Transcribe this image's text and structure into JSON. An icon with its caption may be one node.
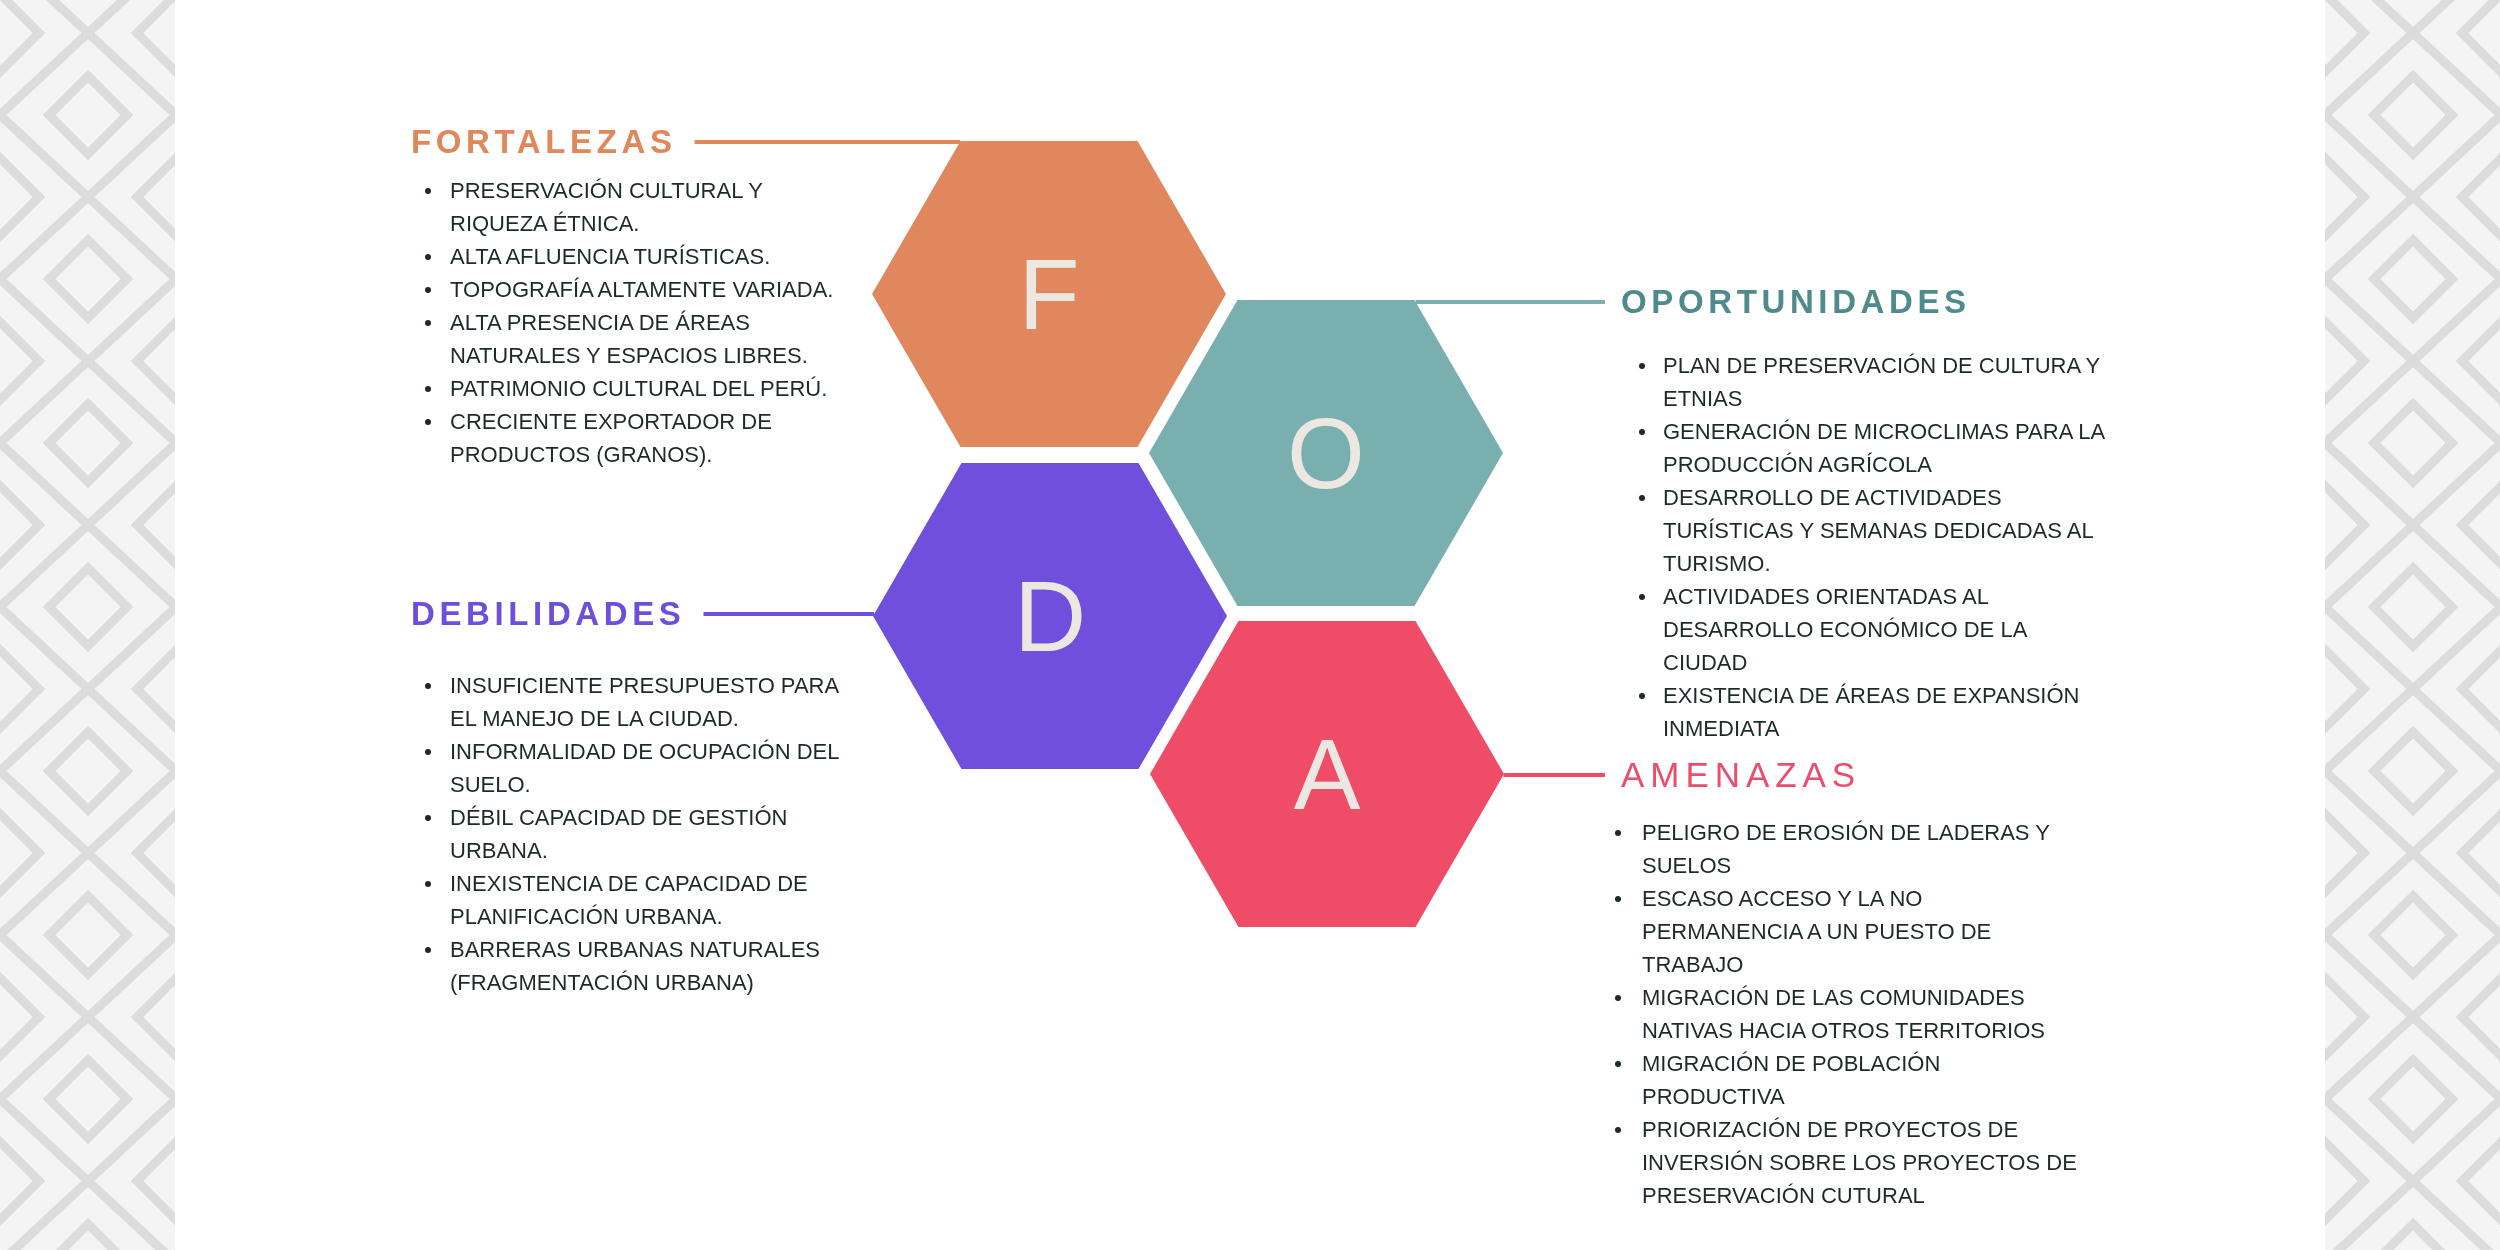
{
  "diagram": {
    "nodes": [
      {
        "text": [
          "FORTALEZAS"
        ],
        "beside": [
          "PRESERVACIÓN CULTURAL Y RIQUEZA ÉTNICA.",
          "ALTA AFLUENCIA TURÍSTICAS.",
          "TOPOGRAFÍA ALTAMENTE VARIADA.",
          "ALTA PRESENCIA DE ÁREAS NATURALES Y ESPACIOS LIBRES.",
          "PATRIMONIO CULTURAL DEL PERÚ.",
          "CRECIENTE EXPORTADOR DE PRODUCTOS (GRANOS)."
        ]
      },
      {
        "text": [
          "F"
        ]
      },
      {
        "text": [
          "O"
        ]
      },
      {
        "text": [
          "OPORTUNIDADES"
        ],
        "beside": [
          "PLAN DE PRESERVACIÓN DE CULTURA Y ETNIAS",
          "GENERACIÓN DE MICROCLIMAS PARA LA PRODUCCIÓN AGRÍCOLA",
          "DESARROLLO DE ACTIVIDADES TURÍSTICAS Y SEMANAS DEDICADAS AL TURISMO.",
          "ACTIVIDADES ORIENTADAS AL DESARROLLO ECONÓMICO DE LA CIUDAD",
          "EXISTENCIA DE ÁREAS DE EXPANSIÓN INMEDIATA"
        ]
      },
      {
        "text": [
          "DEBILIDADES"
        ],
        "beside": [
          "INSUFICIENTE PRESUPUESTO PARA EL MANEJO DE LA CIUDAD.",
          "INFORMALIDAD DE OCUPACIÓN DEL SUELO.",
          "DÉBIL CAPACIDAD DE GESTIÓN URBANA.",
          "INEXISTENCIA DE CAPACIDAD DE PLANIFICACIÓN URBANA.",
          "BARRERAS URBANAS NATURALES (FRAGMENTACIÓN URBANA)"
        ]
      },
      {
        "text": [
          "D"
        ]
      },
      {
        "text": [
          "A"
        ]
      },
      {
        "text": [
          "AMENAZAS"
        ],
        "beside": [
          "PELIGRO DE EROSIÓN DE LADERAS Y SUELOS",
          "ESCASO ACCESO Y LA NO PERMANENCIA A UN PUESTO DE TRABAJO",
          "MIGRACIÓN DE LAS COMUNIDADES NATIVAS HACIA OTROS TERRITORIOS",
          "MIGRACIÓN DE POBLACIÓN PRODUCTIVA",
          "PRIORIZACIÓN DE PROYECTOS DE INVERSIÓN SOBRE LOS PROYECTOS DE PRESERVACIÓN CUTURAL"
        ]
      }
    ],
    "edges": [
      {
        "from": 0,
        "to": 1,
        "arrow": "none",
        "color": "#e0875c"
      },
      {
        "from": 3,
        "to": 2,
        "arrow": "none",
        "color": "#7aafaf"
      },
      {
        "from": 4,
        "to": 5,
        "arrow": "none",
        "color": "#6e4fdc"
      },
      {
        "from": 7,
        "to": 6,
        "arrow": "none",
        "color": "#ef4d67"
      }
    ]
  }
}
